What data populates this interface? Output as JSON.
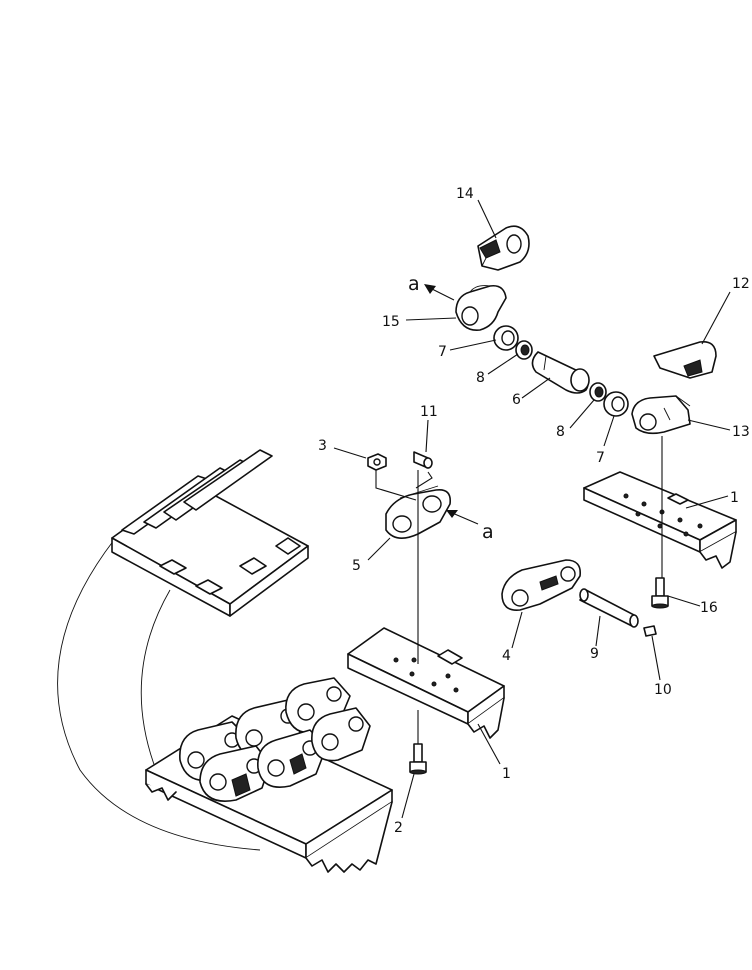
{
  "callouts": {
    "c14": "14",
    "c12": "12",
    "c15": "15",
    "c7a": "7",
    "c8a": "8",
    "c6": "6",
    "c8b": "8",
    "c7b": "7",
    "c13": "13",
    "c11": "11",
    "c3": "3",
    "c5": "5",
    "c1a": "1",
    "c16": "16",
    "c4": "4",
    "c9": "9",
    "c10": "10",
    "c1b": "1",
    "c2": "2"
  },
  "view_marks": {
    "upper": "a",
    "lower": "a"
  }
}
